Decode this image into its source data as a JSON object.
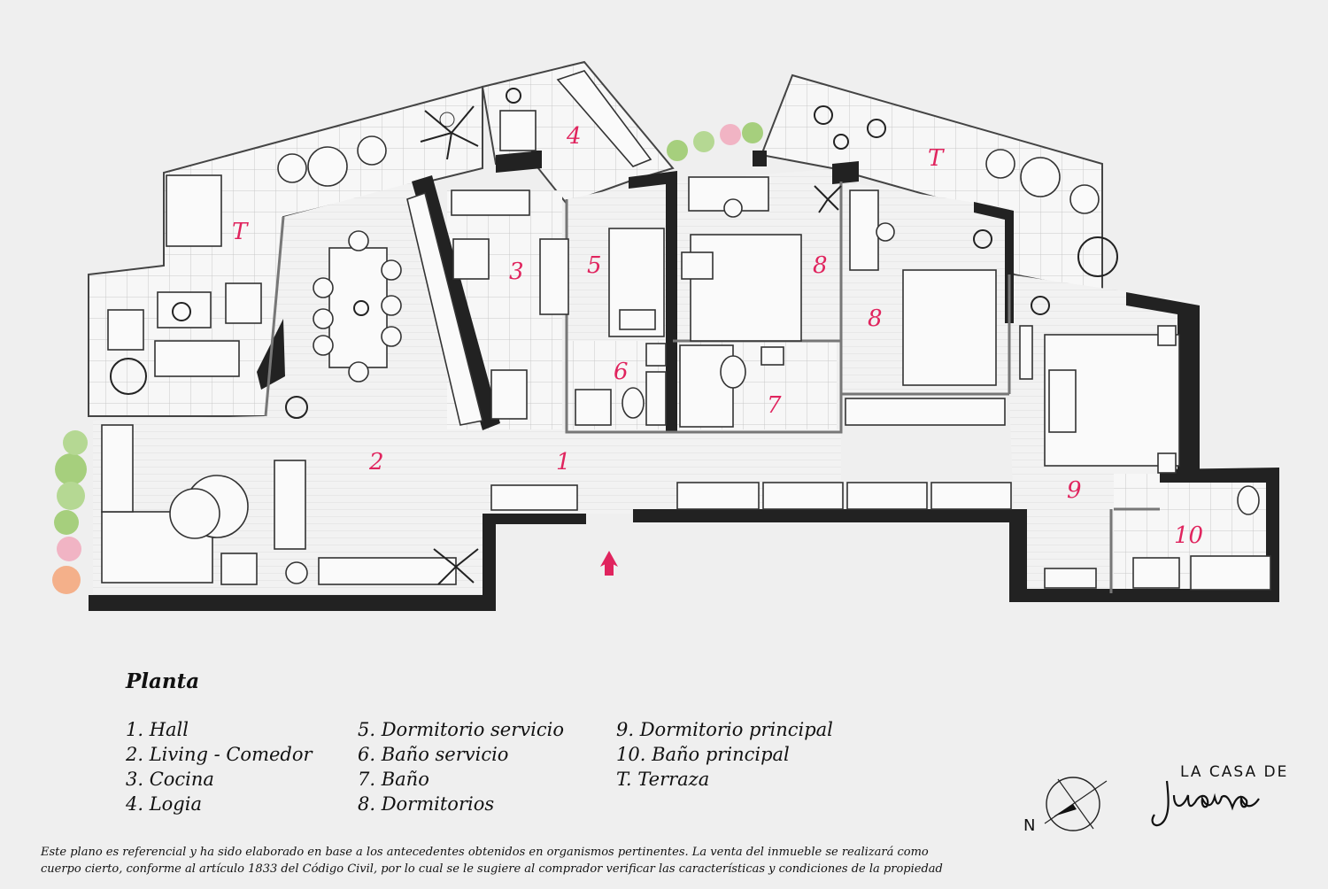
{
  "rooms": [
    {
      "n": "1",
      "label": "Hall"
    },
    {
      "n": "2",
      "label": "Living - Comedor"
    },
    {
      "n": "3",
      "label": "Cocina"
    },
    {
      "n": "4",
      "label": "Logia"
    },
    {
      "n": "5",
      "label": "Dormitorio servicio"
    },
    {
      "n": "6",
      "label": "Baño servicio"
    },
    {
      "n": "7",
      "label": "Baño"
    },
    {
      "n": "8",
      "label": "Dormitorios"
    },
    {
      "n": "9",
      "label": "Dormitorio principal"
    },
    {
      "n": "10",
      "label": "Baño principal"
    },
    {
      "n": "T",
      "label": "Terraza"
    }
  ],
  "legend": {
    "title": "Planta",
    "col1": [
      "1.  Hall",
      "2.  Living - Comedor",
      "3.  Cocina",
      "4.  Logia"
    ],
    "col2": [
      "5.  Dormitorio servicio",
      "6. Baño servicio",
      "7. Baño",
      "8. Dormitorios"
    ],
    "col3": [
      "9.  Dormitorio principal",
      "10. Baño principal",
      "T. Terraza"
    ]
  },
  "plan_labels": {
    "t_left": "T",
    "t_right": "T",
    "l1": "1",
    "l2": "2",
    "l3": "3",
    "l4": "4",
    "l5": "5",
    "l6": "6",
    "l7": "7",
    "l8a": "8",
    "l8b": "8",
    "l9": "9",
    "l10": "10"
  },
  "compass": {
    "north_letter": "N"
  },
  "brand": {
    "top": "LA CASA DE",
    "script": "Juana"
  },
  "disclaimer": {
    "line1": "Este plano es referencial y ha sido elaborado en base a los antecedentes obtenidos en organismos pertinentes.  La venta del inmueble se realizará como",
    "line2": "cuerpo cierto, conforme al artículo 1833 del Código Civil, por lo cual se le sugiere al comprador verificar las características y condiciones de la propiedad"
  },
  "colors": {
    "background": "#efefef",
    "wall": "#222222",
    "label": "#e0245e",
    "entry_arrow": "#e0245e"
  }
}
